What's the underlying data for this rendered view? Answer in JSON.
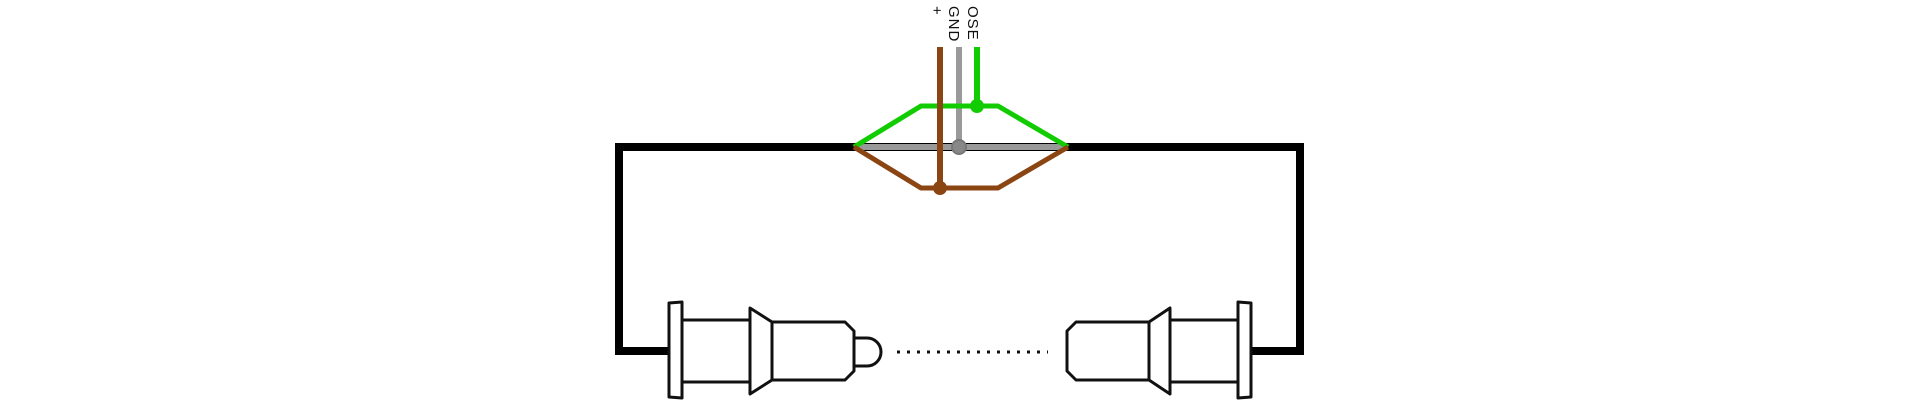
{
  "labels": {
    "positive": "+",
    "ground": "GND",
    "signal": "OSE"
  },
  "colors": {
    "positive": "#8b4513",
    "ground": "#999999",
    "signal": "#11cc00",
    "cable": "#000000",
    "outline": "#111111"
  },
  "components": {
    "left_connector": "sensor-plug",
    "right_connector": "sensor-socket",
    "link": "dotted-separation"
  }
}
